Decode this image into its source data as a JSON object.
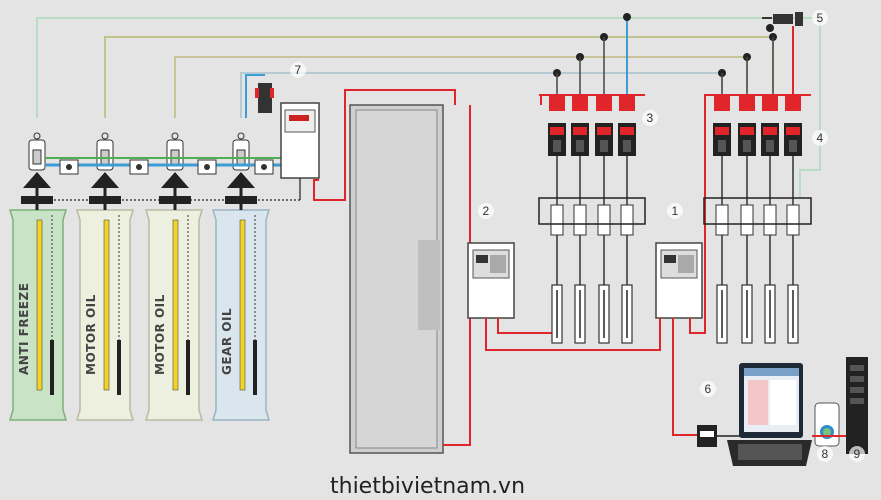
{
  "drums": [
    {
      "label": "ANTI FREEZE",
      "fill": "#c9e3c7",
      "stroke": "#7fb07a"
    },
    {
      "label": "MOTOR OIL",
      "fill": "#eef0df",
      "stroke": "#b8baa3"
    },
    {
      "label": "MOTOR OIL",
      "fill": "#eef0df",
      "stroke": "#b8baa3"
    },
    {
      "label": "GEAR OIL",
      "fill": "#d9e6ee",
      "stroke": "#9cb3c2"
    }
  ],
  "callouts": [
    "1",
    "2",
    "3",
    "4",
    "5",
    "6",
    "7",
    "8",
    "9"
  ],
  "website": "thietbivietnam.vn",
  "colors": {
    "pipe_green": "#b9dcc4",
    "pipe_olive": "#c2c38f",
    "pipe_olive2": "#c9c39a",
    "pipe_blue": "#3b9cd6",
    "wire_red": "#e0262a",
    "air_blue": "#3b9cd6"
  }
}
